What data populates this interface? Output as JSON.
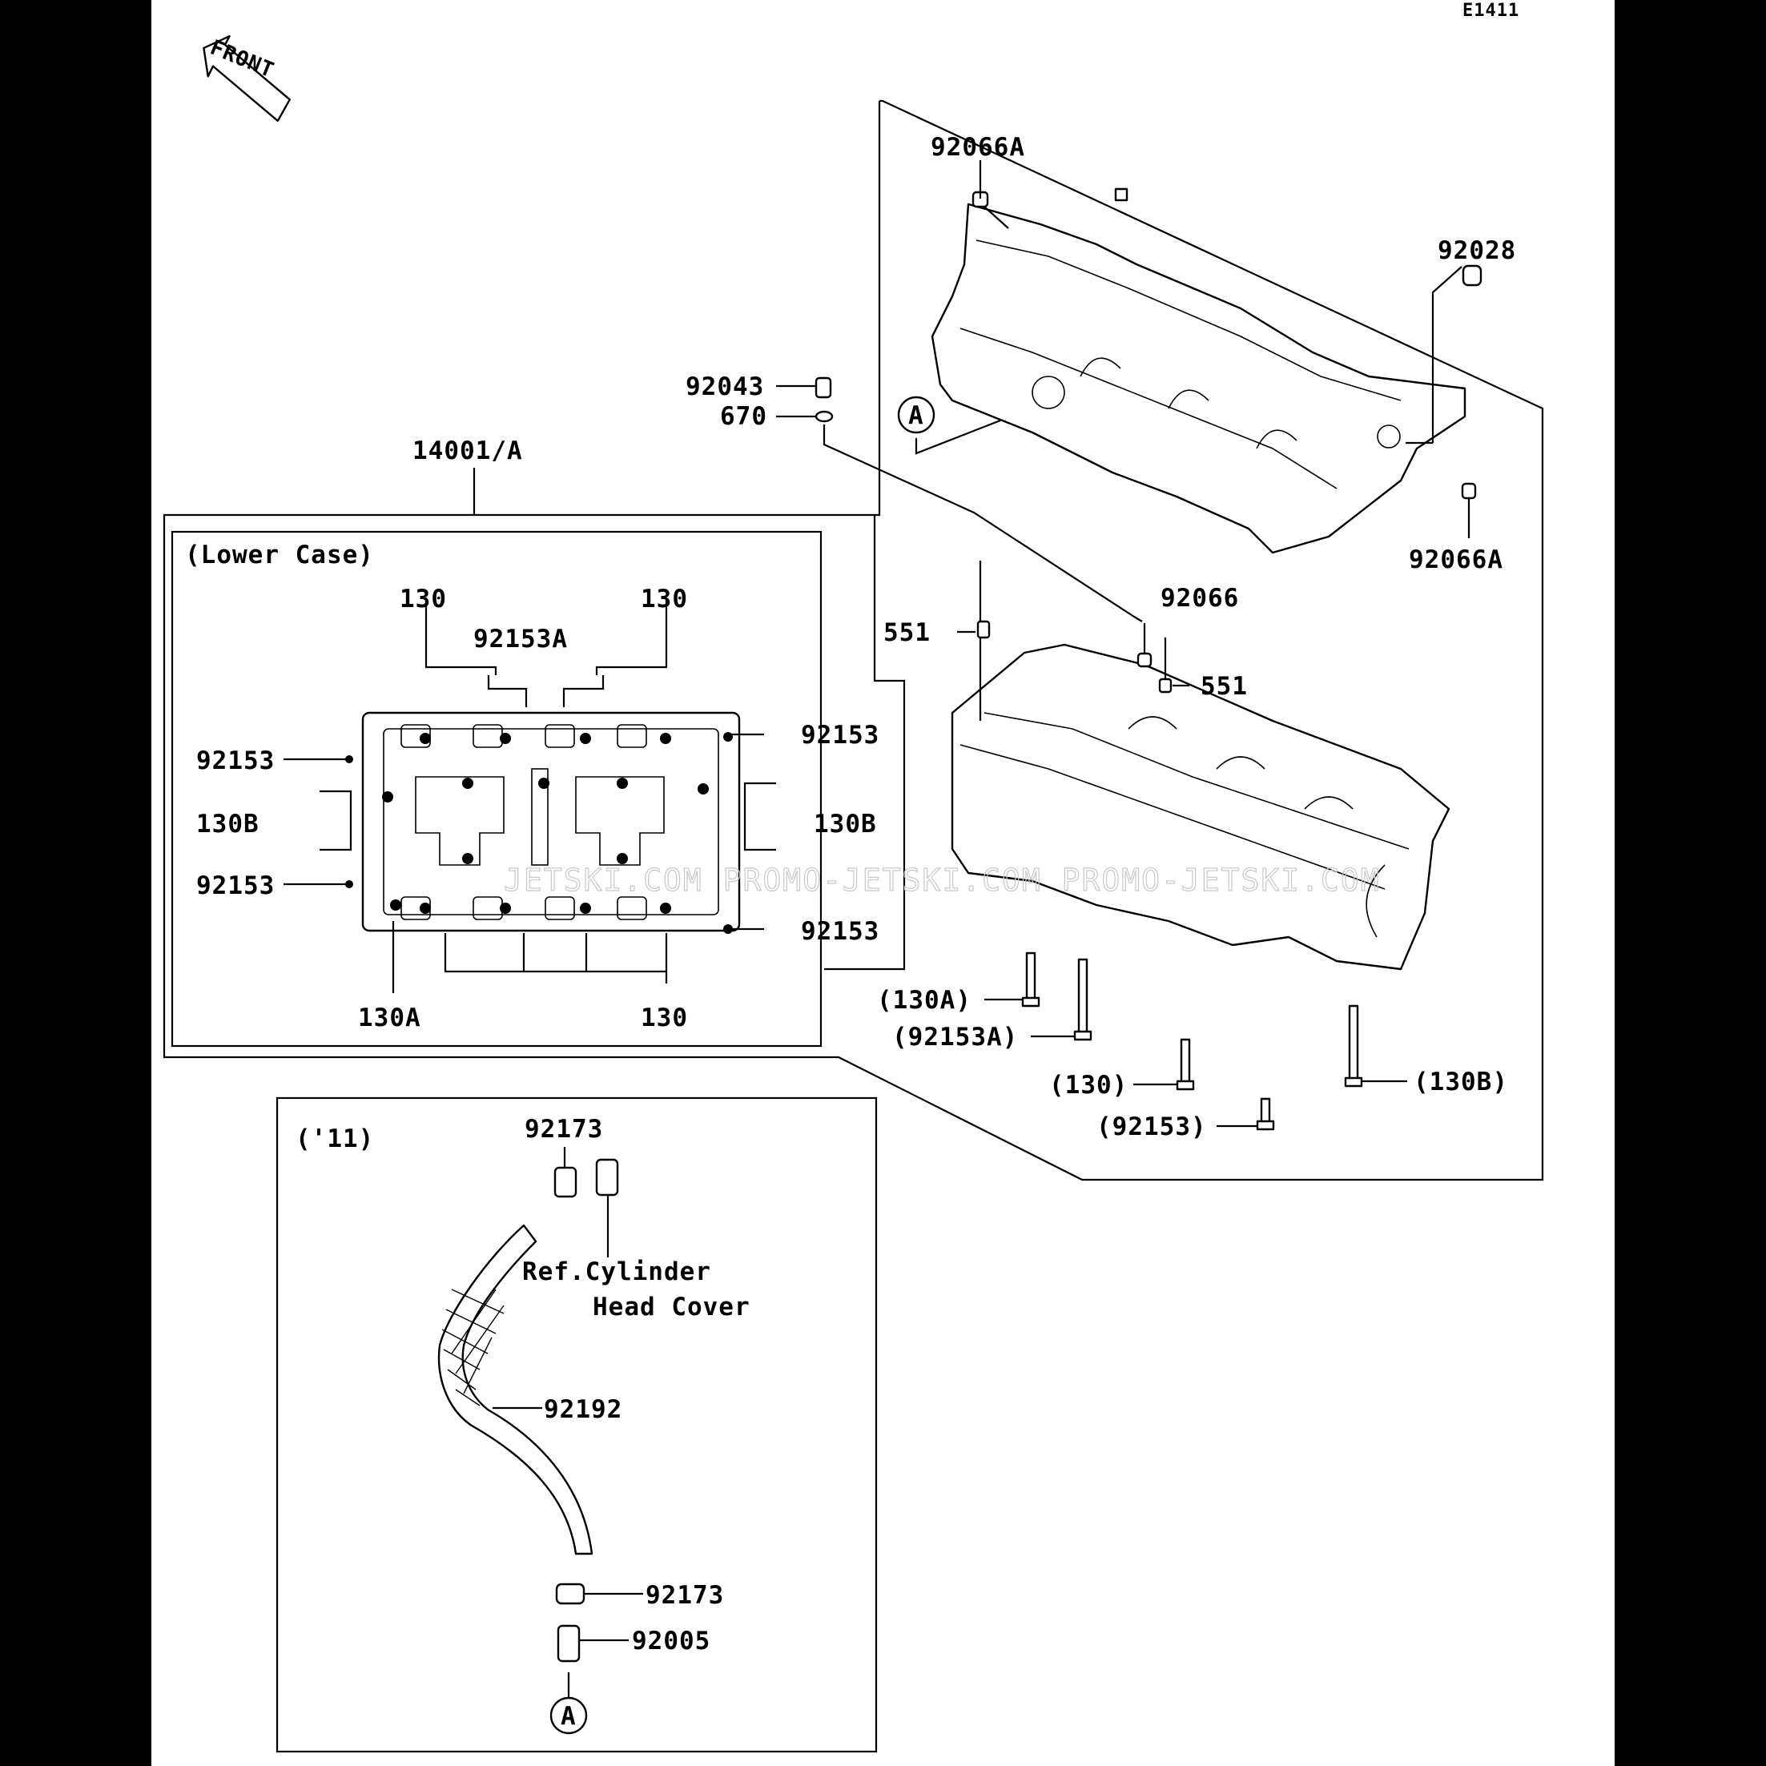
{
  "diagram_code": "E1411",
  "front_arrow_text": "FRONT",
  "ref_a": "A",
  "labels": {
    "p92066A_top": "92066A",
    "p92028": "92028",
    "p92043": "92043",
    "p670": "670",
    "p14001A": "14001/A",
    "p92066A_bottom": "92066A",
    "p92066": "92066",
    "p551_left": "551",
    "p551_right": "551",
    "lower_case_title": "(Lower Case)",
    "lc_130_top_left": "130",
    "lc_130_top_right": "130",
    "lc_92153A": "92153A",
    "lc_92153_right_top": "92153",
    "lc_92153_left_top": "92153",
    "lc_130B_left": "130B",
    "lc_130B_right": "130B",
    "lc_92153_left_bottom": "92153",
    "lc_92153_right_bottom": "92153",
    "lc_130A": "130A",
    "lc_130_bottom": "130",
    "b130A": "(130A)",
    "b92153A": "(92153A)",
    "b130": "(130)",
    "b92153": "(92153)",
    "b130B": "(130B)",
    "breather_title": "('11)",
    "h92173_top": "92173",
    "ref_line1": "Ref.Cylinder",
    "ref_line2": "Head Cover",
    "h92192": "92192",
    "h92173_bottom": "92173",
    "h92005": "92005"
  },
  "watermark": "JETSKI.COM  PROMO-JETSKI.COM  PROMO-JETSKI.COM"
}
